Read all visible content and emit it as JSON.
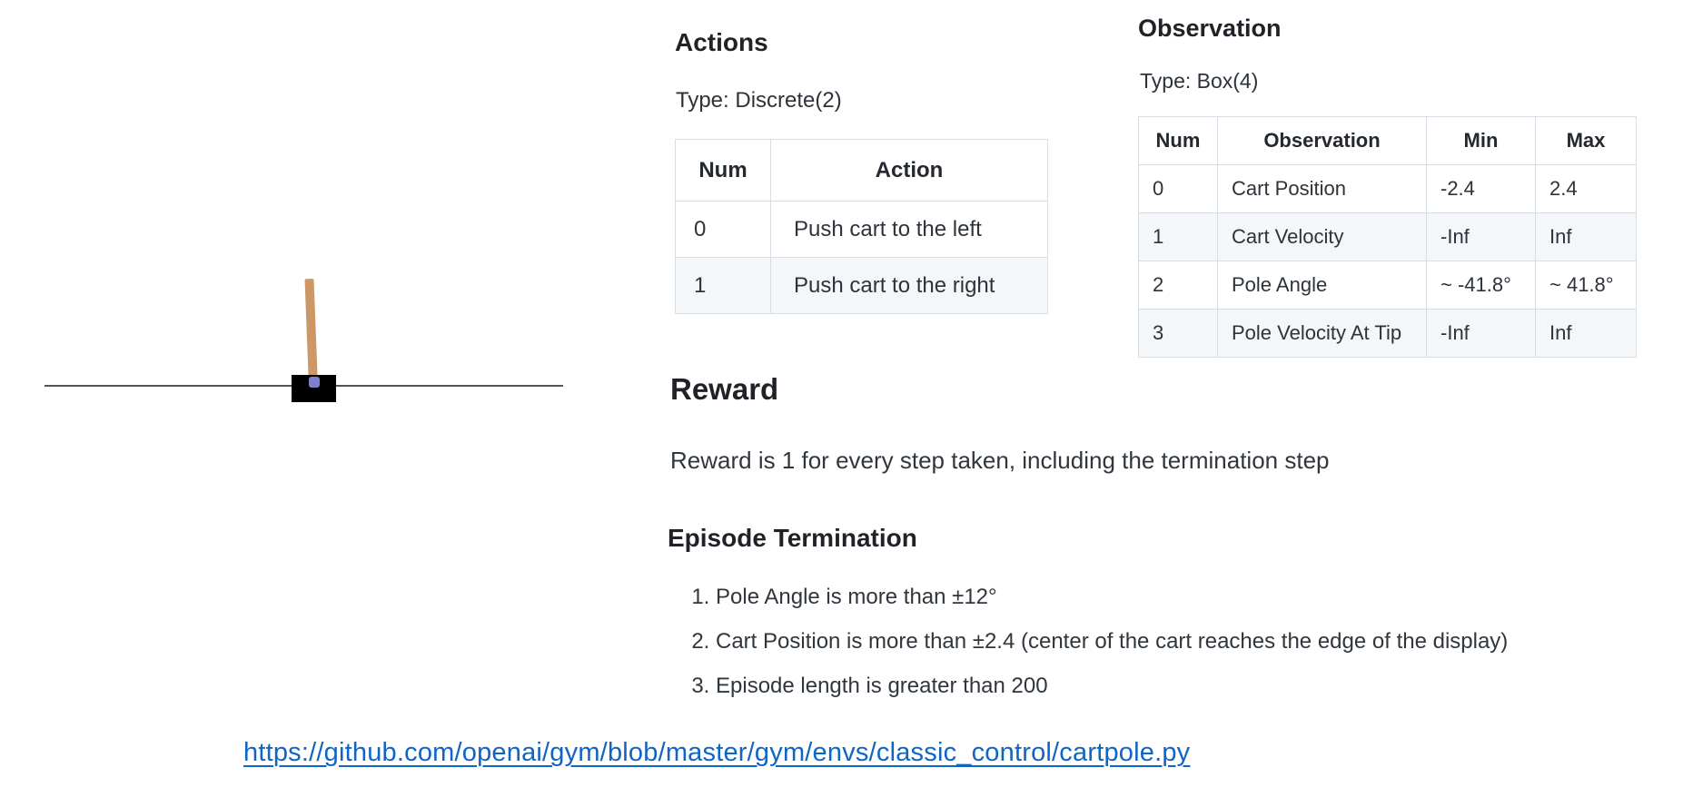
{
  "cartpole": {
    "track_color": "#555555",
    "cart_color": "#000000",
    "pole_color": "#cc9966",
    "axle_color": "#7f7fcc"
  },
  "tables_style": {
    "border_color": "#d8dde3",
    "zebra_row_color": "#f4f7f9"
  },
  "actions": {
    "heading": "Actions",
    "type_label": "Type: Discrete(2)",
    "table": {
      "headers": [
        "Num",
        "Action"
      ],
      "rows": [
        [
          "0",
          "Push cart to the left"
        ],
        [
          "1",
          "Push cart to the right"
        ]
      ]
    }
  },
  "observation": {
    "heading": "Observation",
    "type_label": "Type: Box(4)",
    "table": {
      "headers": [
        "Num",
        "Observation",
        "Min",
        "Max"
      ],
      "rows": [
        [
          "0",
          "Cart Position",
          "-2.4",
          "2.4"
        ],
        [
          "1",
          "Cart Velocity",
          "-Inf",
          "Inf"
        ],
        [
          "2",
          "Pole Angle",
          "~ -41.8°",
          "~ 41.8°"
        ],
        [
          "3",
          "Pole Velocity At Tip",
          "-Inf",
          "Inf"
        ]
      ]
    }
  },
  "reward": {
    "heading": "Reward",
    "text": "Reward is 1 for every step taken, including the termination step"
  },
  "episode_termination": {
    "heading": "Episode Termination",
    "items": [
      "Pole Angle is more than ±12°",
      "Cart Position is more than ±2.4 (center of the cart reaches the edge of the display)",
      "Episode length is greater than 200"
    ]
  },
  "source_link": {
    "text": "https://github.com/openai/gym/blob/master/gym/envs/classic_control/cartpole.py",
    "color": "#0f65c5"
  }
}
